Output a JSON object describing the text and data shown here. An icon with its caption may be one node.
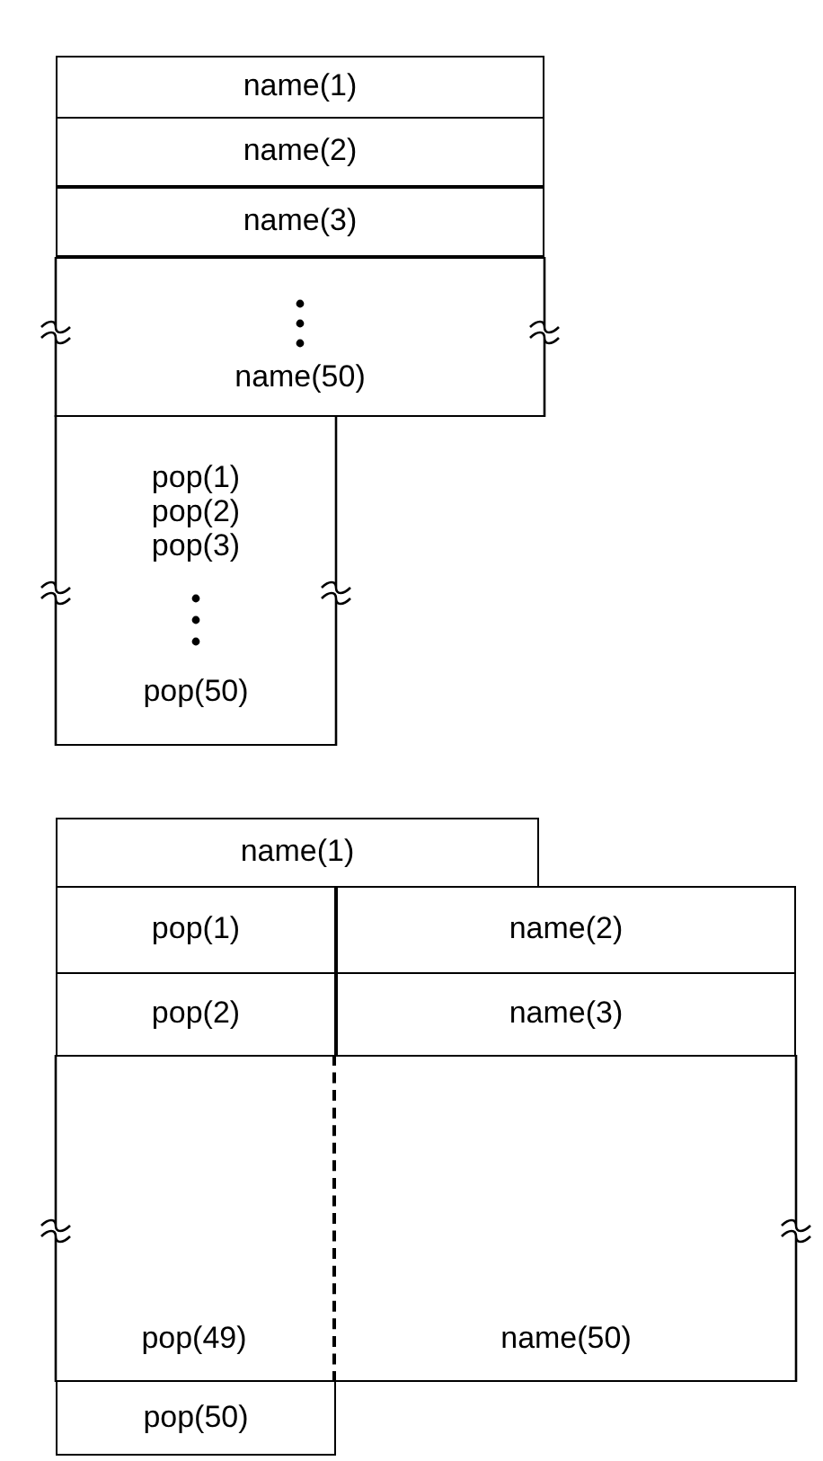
{
  "diagram": {
    "nodes": [
      {
        "text": [
          "name(1)"
        ]
      },
      {
        "text": [
          "name(2)"
        ]
      },
      {
        "text": [
          "name(3)"
        ]
      },
      {
        "text": [
          "name(50)"
        ]
      },
      {
        "text": [
          "pop(1)",
          "pop(2)",
          "pop(3)",
          "pop(50)"
        ]
      },
      {
        "text": [
          "name(1)"
        ]
      },
      {
        "text": [
          "pop(1)"
        ]
      },
      {
        "text": [
          "name(2)"
        ]
      },
      {
        "text": [
          "pop(2)"
        ]
      },
      {
        "text": [
          "name(3)"
        ]
      },
      {
        "text": [
          "pop(49)"
        ]
      },
      {
        "text": [
          "name(50)"
        ]
      },
      {
        "text": [
          "pop(50)"
        ]
      }
    ]
  }
}
